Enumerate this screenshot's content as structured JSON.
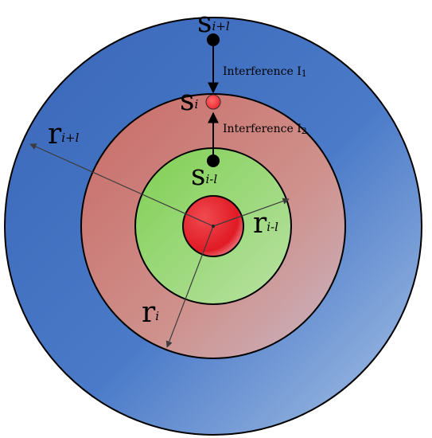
{
  "diagram": {
    "nodes": {
      "s_next": {
        "letter": "s",
        "subscript": "i+l"
      },
      "s_cur": {
        "letter": "s",
        "subscript": "i"
      },
      "s_prev": {
        "letter": "s",
        "subscript": "i-l"
      }
    },
    "radii": {
      "r_next": {
        "letter": "r",
        "subscript": "i+l"
      },
      "r_cur": {
        "letter": "r",
        "subscript": "i"
      },
      "r_prev": {
        "letter": "r",
        "subscript": "i-l"
      }
    },
    "interference": [
      {
        "text": "Interference I",
        "subscript": "1"
      },
      {
        "text": "Interference I",
        "subscript": "2"
      }
    ],
    "colors": {
      "outer_ring": "#3d6fc0",
      "middle_ring": "#c9807b",
      "inner_ring": "#8fd06a",
      "core": "#e8222c",
      "node": "#000000",
      "node_highlight": "#e8222c"
    }
  }
}
